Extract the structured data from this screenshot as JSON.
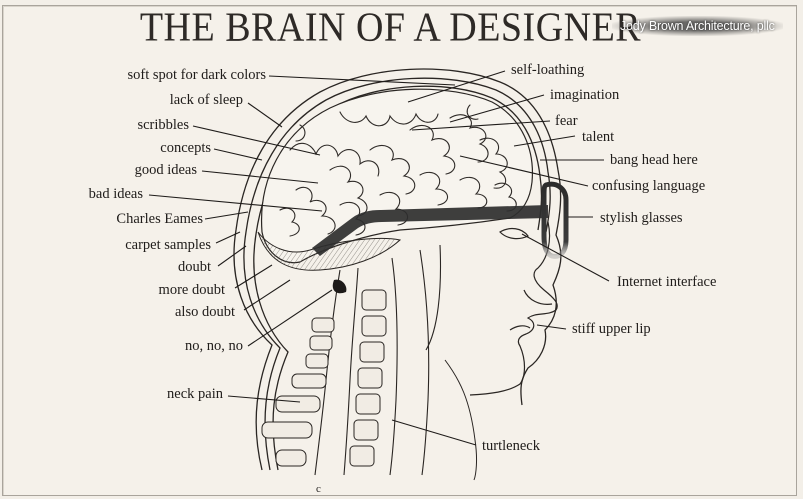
{
  "title": "THE BRAIN OF A DESIGNER",
  "watermark": "Jody Brown Architecture, pllc",
  "figure_letter": "c",
  "colors": {
    "background": "#f5f1ea",
    "ink": "#1f1c1a",
    "glasses": "#2b2b2b",
    "border": "#a9a49c"
  },
  "labels_left": [
    {
      "text": "soft spot for dark colors"
    },
    {
      "text": "lack of sleep"
    },
    {
      "text": "scribbles"
    },
    {
      "text": "concepts"
    },
    {
      "text": "good ideas"
    },
    {
      "text": "bad ideas"
    },
    {
      "text": "Charles Eames"
    },
    {
      "text": "carpet samples"
    },
    {
      "text": "doubt"
    },
    {
      "text": "more doubt"
    },
    {
      "text": "also doubt"
    },
    {
      "text": "no, no, no"
    },
    {
      "text": "neck pain"
    }
  ],
  "labels_right": [
    {
      "text": "self-loathing"
    },
    {
      "text": "imagination"
    },
    {
      "text": "fear"
    },
    {
      "text": "talent"
    },
    {
      "text": "bang head here"
    },
    {
      "text": "confusing language"
    },
    {
      "text": "stylish glasses"
    },
    {
      "text": "Internet interface"
    },
    {
      "text": "stiff upper lip"
    },
    {
      "text": "turtleneck"
    }
  ],
  "icons": {
    "illustration": "anatomical-head-brain-icon",
    "glasses": "glasses-icon"
  }
}
